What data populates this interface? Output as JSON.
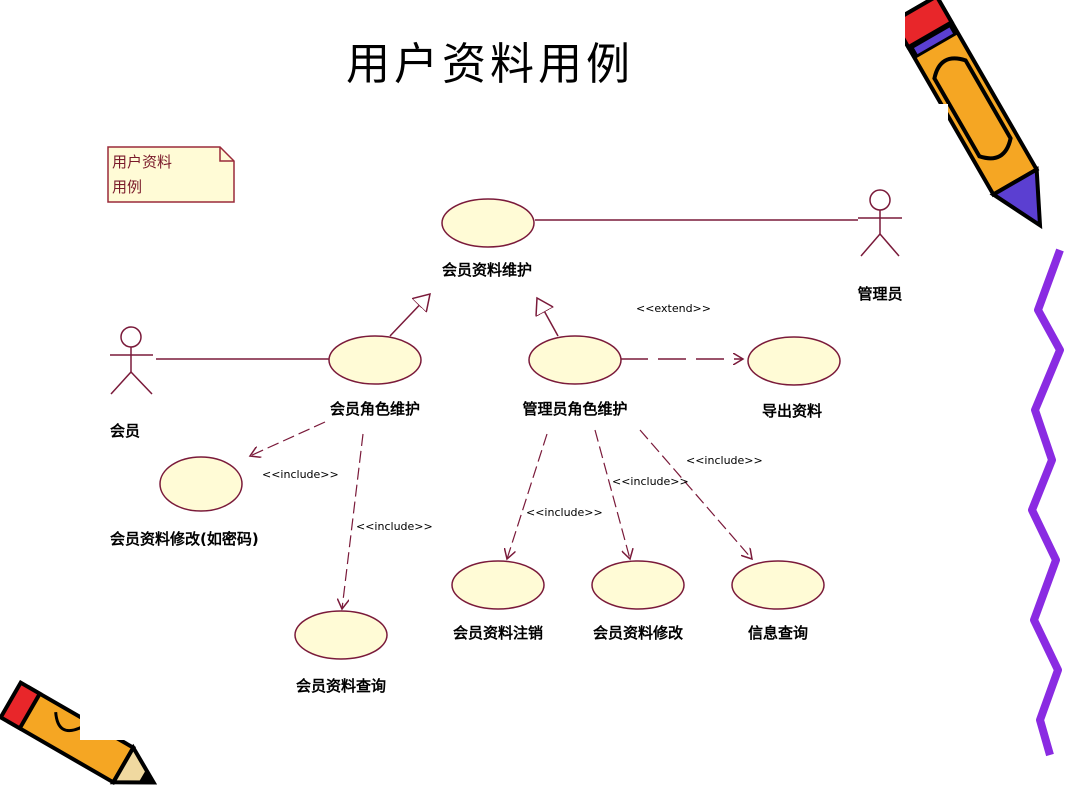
{
  "slide": {
    "title": "用户资料用例"
  },
  "note": {
    "line1": "用户资料",
    "line2": "用例"
  },
  "actors": {
    "member": "会员",
    "admin": "管理员"
  },
  "use_cases": {
    "maintain": "会员资料维护",
    "member_role": "会员角色维护",
    "admin_role": "管理员角色维护",
    "export": "导出资料",
    "modify_pwd": "会员资料修改(如密码)",
    "query": "会员资料查询",
    "cancel": "会员资料注销",
    "modify": "会员资料修改",
    "info_query": "信息查询"
  },
  "stereotypes": {
    "extend": "<<extend>>",
    "include_modify_pwd": "<<include>>",
    "include_query": "<<include>>",
    "include_cancel": "<<include>>",
    "include_modify": "<<include>>",
    "include_info": "<<include>>"
  },
  "colors": {
    "ellipse_fill": "#fffbd6",
    "line": "#7a1a3a",
    "note_border": "#9a2a3a",
    "pencil_body": "#f5a623",
    "squiggle": "#8a2be2"
  }
}
